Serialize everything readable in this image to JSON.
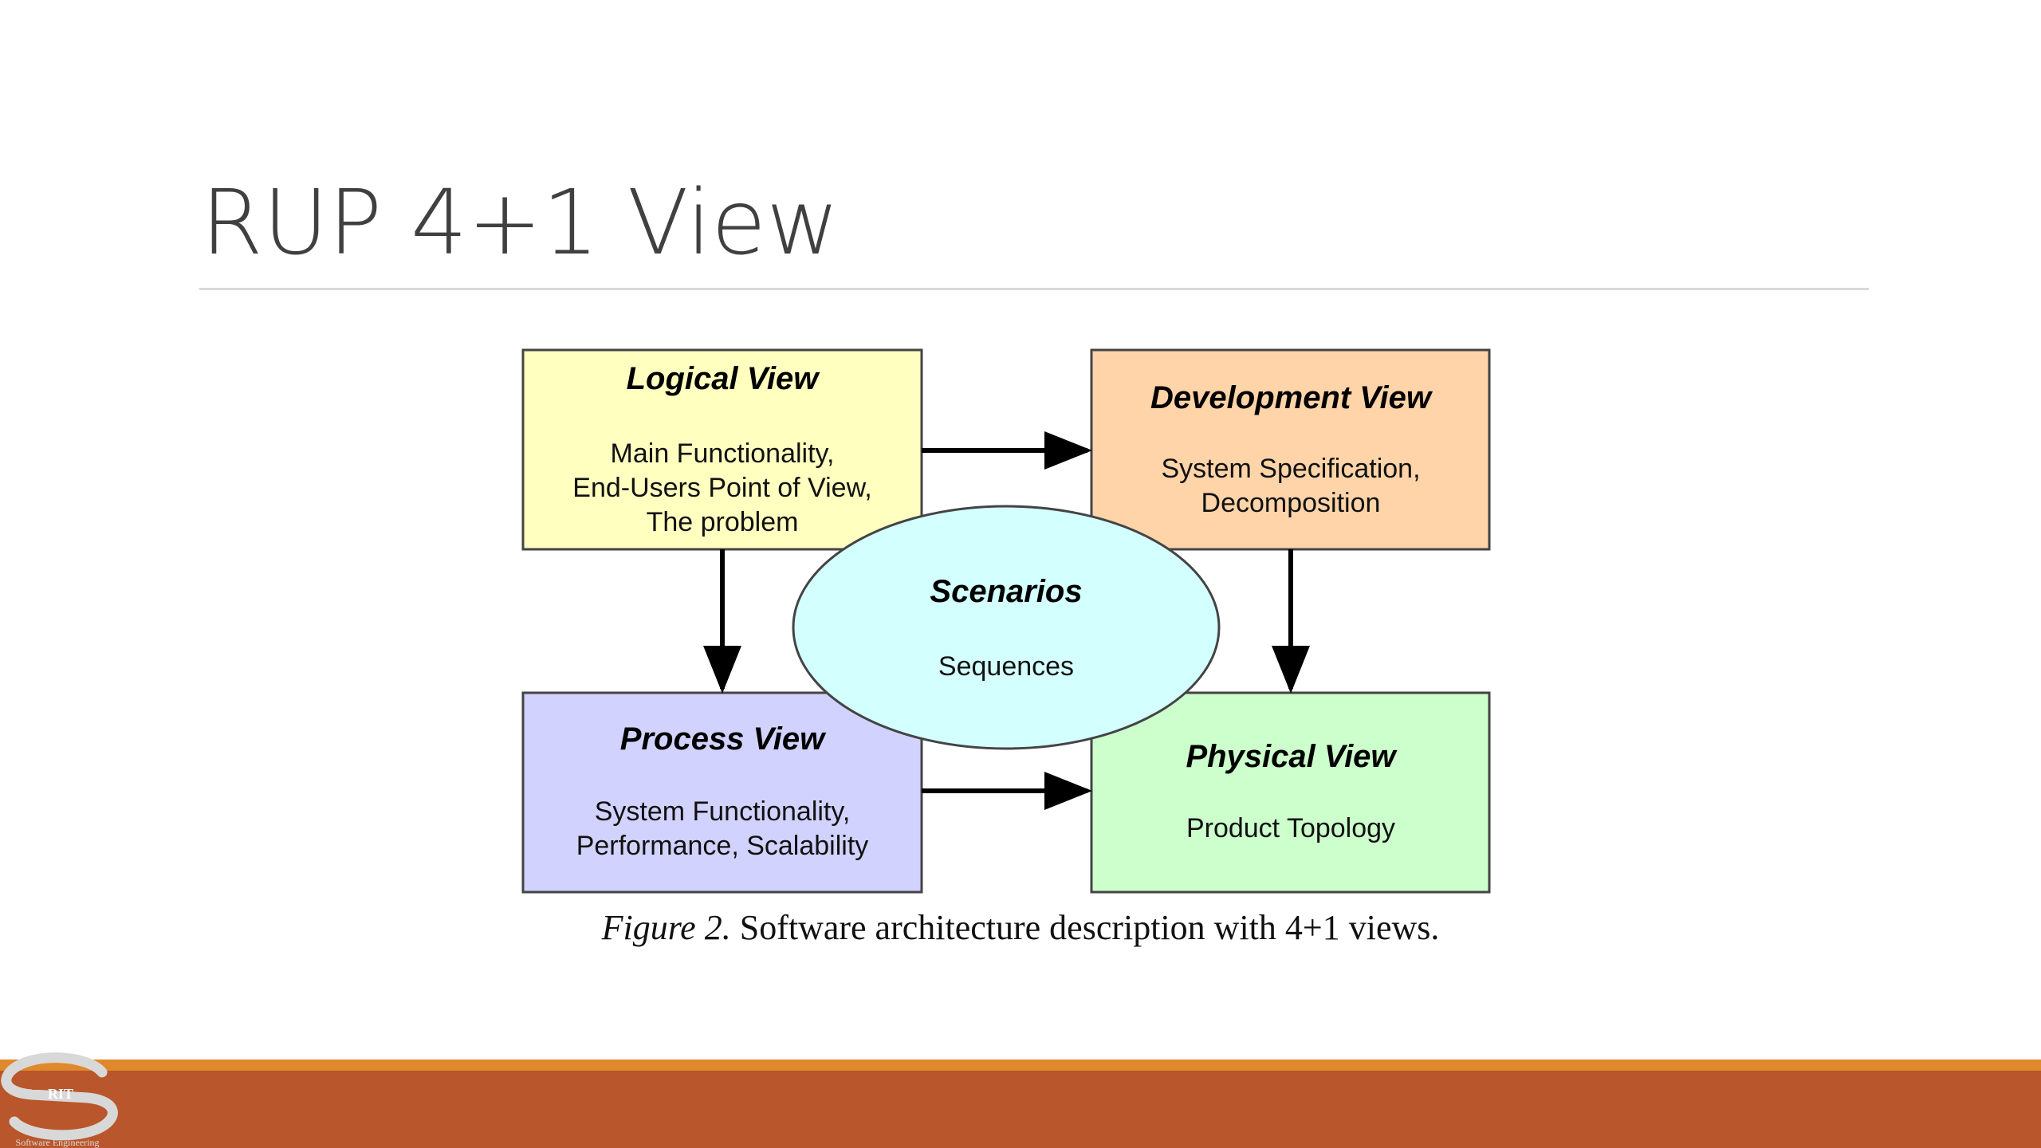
{
  "slide": {
    "title": "RUP 4+1 View"
  },
  "diagram": {
    "logical": {
      "title": "Logical View",
      "lines": [
        "Main Functionality,",
        "End-Users Point of View,",
        "The problem"
      ],
      "color": "#ffffc0"
    },
    "development": {
      "title": "Development View",
      "lines": [
        "System Specification,",
        "Decomposition"
      ],
      "color": "#ffd4a8"
    },
    "process": {
      "title": "Process View",
      "lines": [
        "System Functionality,",
        "Performance, Scalability"
      ],
      "color": "#d2d2ff"
    },
    "physical": {
      "title": "Physical View",
      "lines": [
        "Product Topology"
      ],
      "color": "#ccffcc"
    },
    "scenarios": {
      "title": "Scenarios",
      "lines": [
        "Sequences"
      ],
      "color": "#d4ffff"
    }
  },
  "caption": {
    "figure_label": "Figure 2.",
    "text": "Software architecture description with 4+1 views."
  },
  "footer": {
    "logo_mark": "RIT",
    "logo_text": "Software Engineering",
    "bar_color": "#b9562b",
    "line_color": "#e0892c"
  }
}
